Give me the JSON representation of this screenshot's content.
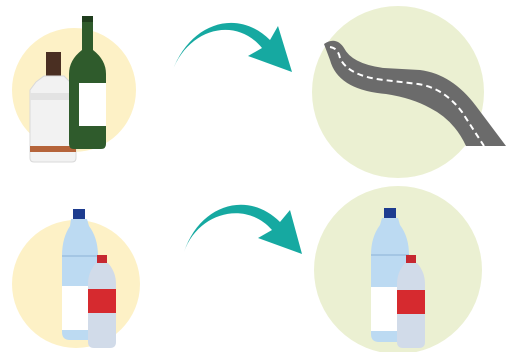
{
  "colors": {
    "glass_circle_bg": "#fdf1c6",
    "result_circle_bg": "#ebf0d2",
    "arrow": "#16a9a1",
    "wine_bottle": "#2f5b2c",
    "white_bottle": "#f2f2f2",
    "amber_band": "#b5643a",
    "cap_dark": "#4a2f22",
    "road": "#737373",
    "road_line": "#ffffff",
    "plastic_bottle": "#bcdaf2",
    "plastic_cap": "#1d3c8f",
    "small_bottle": "#d1dbe9",
    "red_label": "#d62a2f",
    "red_cap": "#c62830"
  },
  "rows": [
    {
      "input": "glass-bottles",
      "arrow": "arrow-right-curved-icon",
      "output": "road"
    },
    {
      "input": "plastic-bottles",
      "arrow": "arrow-right-curved-icon",
      "output": "plastic-bottles"
    }
  ]
}
